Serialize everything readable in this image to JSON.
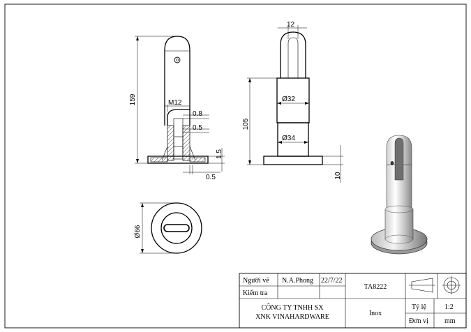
{
  "dimensions": {
    "total_height": "159",
    "thread": "M12",
    "offset_top": "0.8",
    "offset_mid": "0.5",
    "offset_side": "1.5",
    "offset_bottom": "0.5",
    "slot_width": "12",
    "neck_diameter": "Ø32",
    "post_height": "105",
    "base_neck_diameter": "Ø34",
    "base_thickness": "10",
    "base_diameter": "Ø66"
  },
  "title_block": {
    "drawn_by_label": "Người vẽ",
    "drawn_by": "N.A.Phong",
    "date": "22/7/22",
    "checked_by_label": "Kiểm tra",
    "part_code": "TA8222",
    "company_line1": "CÔNG TY TNHH SX",
    "company_line2": "XNK VINAHARDWARE",
    "material": "Inox",
    "scale_label": "Tỷ lệ",
    "scale": "1:2",
    "unit_label": "Đơn vị",
    "unit": "mm"
  }
}
